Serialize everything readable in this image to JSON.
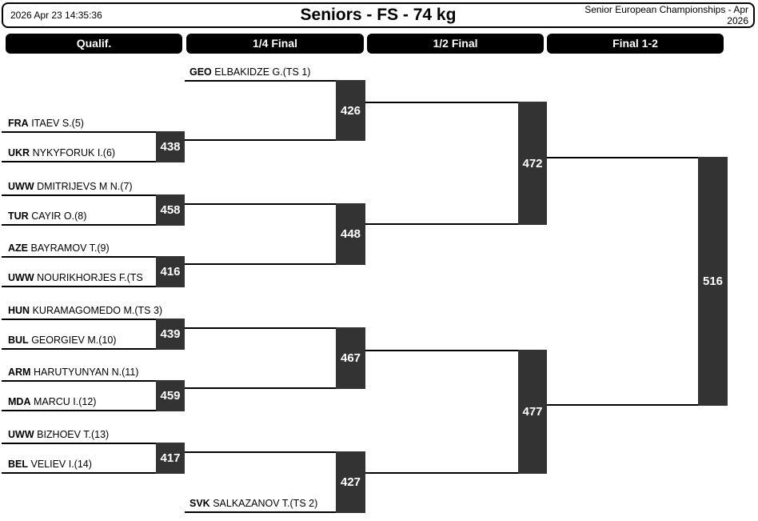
{
  "header": {
    "timestamp": "2026 Apr 23 14:35:36",
    "title": "Seniors - FS - 74 kg",
    "event": "Senior European Championships - Apr 2026"
  },
  "rounds": [
    {
      "label": "Qualif."
    },
    {
      "label": "1/4 Final"
    },
    {
      "label": "1/2 Final"
    },
    {
      "label": "Final 1-2"
    }
  ],
  "athletes": [
    {
      "country": "GEO",
      "name": "ELBAKIDZE G.(TS 1)"
    },
    {
      "country": "FRA",
      "name": "ITAEV S.(5)"
    },
    {
      "country": "UKR",
      "name": "NYKYFORUK I.(6)"
    },
    {
      "country": "UWW",
      "name": "DMITRIJEVS M N.(7)"
    },
    {
      "country": "TUR",
      "name": "CAYIR O.(8)"
    },
    {
      "country": "AZE",
      "name": "BAYRAMOV T.(9)"
    },
    {
      "country": "UWW",
      "name": "NOURIKHORJES F.(TS"
    },
    {
      "country": "HUN",
      "name": "KURAMAGOMEDO M.(TS 3)"
    },
    {
      "country": "BUL",
      "name": "GEORGIEV M.(10)"
    },
    {
      "country": "ARM",
      "name": "HARUTYUNYAN N.(11)"
    },
    {
      "country": "MDA",
      "name": "MARCU I.(12)"
    },
    {
      "country": "UWW",
      "name": "BIZHOEV T.(13)"
    },
    {
      "country": "BEL",
      "name": "VELIEV I.(14)"
    },
    {
      "country": "SVK",
      "name": "SALKAZANOV T.(TS 2)"
    }
  ],
  "matches": {
    "qualification": [
      "438",
      "458",
      "416",
      "439",
      "459",
      "417"
    ],
    "quarterfinals": [
      "426",
      "448",
      "467",
      "427"
    ],
    "semifinals": [
      "472",
      "477"
    ],
    "final": [
      "516"
    ]
  },
  "colors": {
    "match_box": "#333333",
    "round_bar": "#000000",
    "line": "#000000"
  }
}
